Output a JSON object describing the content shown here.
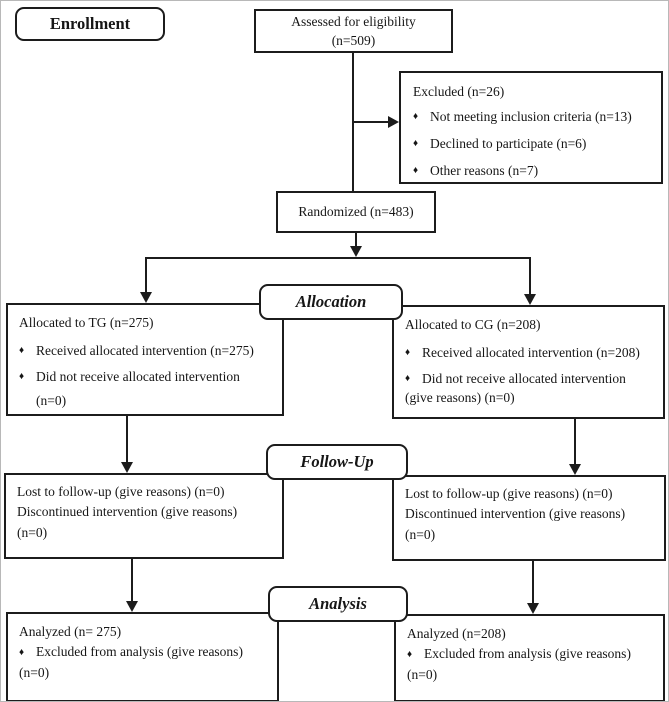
{
  "colors": {
    "line": "#1c1c1c",
    "background": "#ffffff",
    "text": "#161616"
  },
  "glyphs": {
    "bullet": "♦"
  },
  "stages": {
    "enrollment": "Enrollment",
    "allocation": "Allocation",
    "followup": "Follow-Up",
    "analysis": "Analysis"
  },
  "boxes": {
    "assessed": {
      "line1": "Assessed for eligibility",
      "line2": "(n=509)"
    },
    "excluded": {
      "title": "Excluded (n=26)",
      "bullets": [
        "Not meeting inclusion criteria (n=13)",
        "Declined to participate (n=6)",
        "Other reasons (n=7)"
      ]
    },
    "randomized": {
      "text": "Randomized (n=483)"
    },
    "allocated_tg": {
      "title": "Allocated to TG (n=275)",
      "bullet1": "Received allocated intervention (n=275)",
      "bullet2": "Did not receive allocated intervention",
      "bullet2_cont": "(n=0)"
    },
    "allocated_cg": {
      "title": "Allocated to CG (n=208)",
      "bullet1": "Received allocated intervention (n=208)",
      "bullet2": "Did not receive allocated intervention",
      "bullet2_cont": "(give reasons) (n=0)"
    },
    "followup_tg": {
      "line1": "Lost to follow-up (give reasons) (n=0)",
      "line2": "Discontinued intervention (give reasons)",
      "line3": "(n=0)"
    },
    "followup_cg": {
      "line1": "Lost to follow-up (give reasons) (n=0)",
      "line2": "Discontinued intervention (give reasons)",
      "line3": "(n=0)"
    },
    "analyzed_tg": {
      "title": "Analyzed (n= 275)",
      "bullet1": "Excluded from analysis (give reasons)",
      "bullet1_cont": "(n=0)"
    },
    "analyzed_cg": {
      "title": "Analyzed (n=208)",
      "bullet1": "Excluded from analysis (give reasons)",
      "bullet1_cont": "(n=0)"
    }
  }
}
